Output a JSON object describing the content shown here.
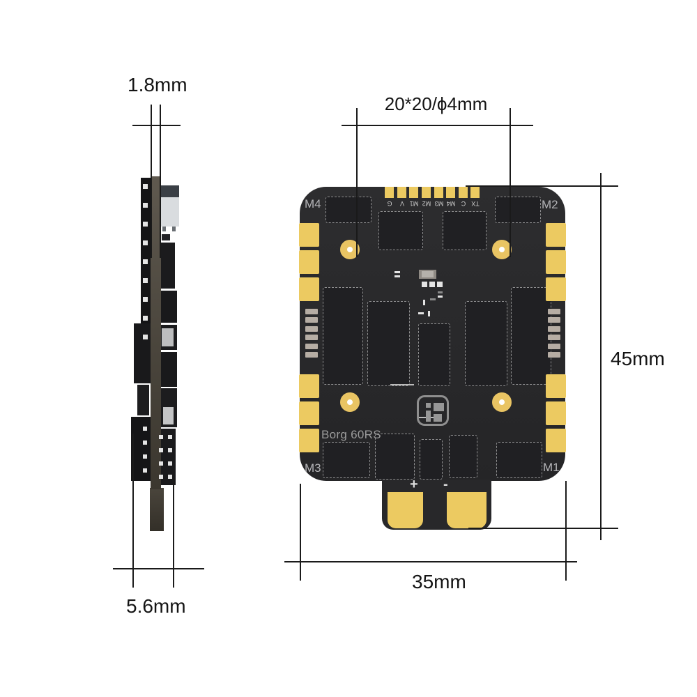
{
  "side_view": {
    "pcb_thickness_label": "1.8mm",
    "overall_thickness_label": "5.6mm"
  },
  "top_view": {
    "mounting_pattern_label": "20*20/ϕ4mm",
    "board_height_label": "45mm",
    "board_width_label": "35mm",
    "corner_labels": {
      "top_left": "M4",
      "top_right": "M2",
      "bottom_left": "M3",
      "bottom_right": "M1"
    },
    "pin_labels": [
      "G",
      "V",
      "M1",
      "M2",
      "M3",
      "M4",
      "C",
      "TX"
    ],
    "model_name": "Borg 60RS",
    "logo": "iflight-logo",
    "power_pad_plus": "+",
    "power_pad_minus": "-"
  },
  "colors": {
    "background": "#ffffff",
    "board": "#29292b",
    "gold": "#ecca61",
    "dimension_line": "#1a1a1a",
    "silkscreen": "#9c9c9c"
  }
}
